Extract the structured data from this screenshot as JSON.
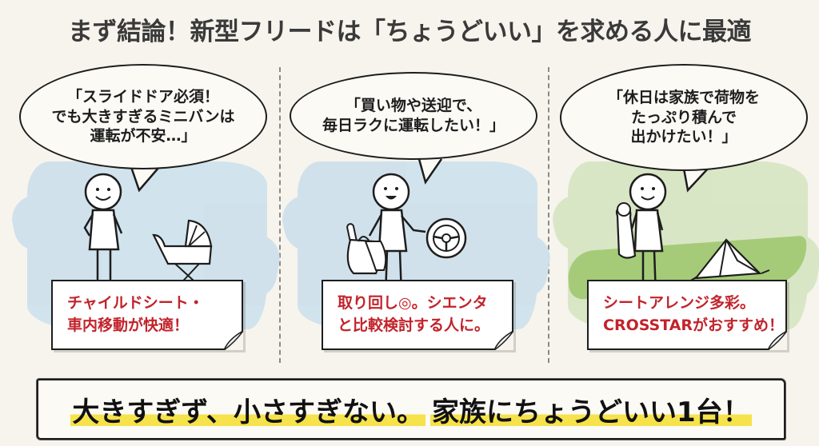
{
  "title": "まず結論！新型フリードは「ちょうどいい」を求める人に最適",
  "colors": {
    "background": "#f6f4ec",
    "blue_wash": "#cfe1ed",
    "green_wash": "#d7e6c4",
    "note_text_red": "#c2232b",
    "highlight_yellow": "#f6e24a",
    "divider": "#8a8a8a"
  },
  "panels": [
    {
      "bubble_lines": [
        "「スライドドア必須！",
        "でも大きすぎるミニバンは",
        "運転が不安…」"
      ],
      "illustration": "person-with-baby-stroller",
      "note_lines": [
        "チャイルドシート・",
        "車内移動が快適！"
      ]
    },
    {
      "bubble_lines": [
        "「買い物や送迎で、",
        "毎日ラクに運転したい！」"
      ],
      "illustration": "person-with-shopping-bags-and-steering-wheel",
      "note_lines": [
        "取り回し◎。シエンタ",
        "と比較検討する人に。"
      ]
    },
    {
      "bubble_lines": [
        "「休日は家族で荷物を",
        "たっぷり積んで",
        "出かけたい！」"
      ],
      "illustration": "person-with-backpack-and-tent",
      "note_lines": [
        "シートアレンジ多彩。",
        "CROSSTARがおすすめ！"
      ]
    }
  ],
  "banner": {
    "part1": "大きすぎず、小さすぎない。",
    "part2": "家族にちょうどいい1台！"
  }
}
